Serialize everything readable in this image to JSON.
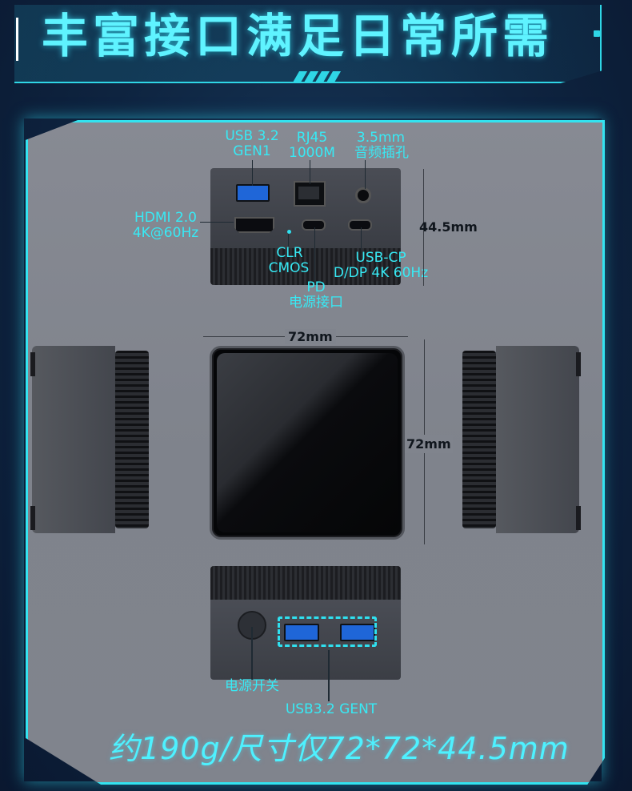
{
  "header": {
    "title": "丰富接口满足日常所需"
  },
  "front_labels": {
    "usb32": "USB 3.2",
    "gen1": "GEN1",
    "rj45": "RJ45",
    "rj45_speed": "1000M",
    "jack": "3.5mm",
    "jack_cn": "音频插孔",
    "hdmi": "HDMI 2.0",
    "hdmi_res": "4K@60Hz",
    "clr": "CLR",
    "cmos": "CMOS",
    "usbc": "USB-CP",
    "usbc_dp": "D/DP 4K 60Hz",
    "pd": "PD",
    "pd_cn": "电源接口"
  },
  "dimensions": {
    "height": "44.5mm",
    "width": "72mm",
    "depth": "72mm"
  },
  "rear_labels": {
    "power": "电源开关",
    "usb": "USB3.2 GENT"
  },
  "footer": {
    "spec": "约190g/尺寸仅72*72*44.5mm"
  },
  "colors": {
    "accent": "#37eaf5",
    "panel": "#80848d",
    "background": "#0e2440"
  }
}
